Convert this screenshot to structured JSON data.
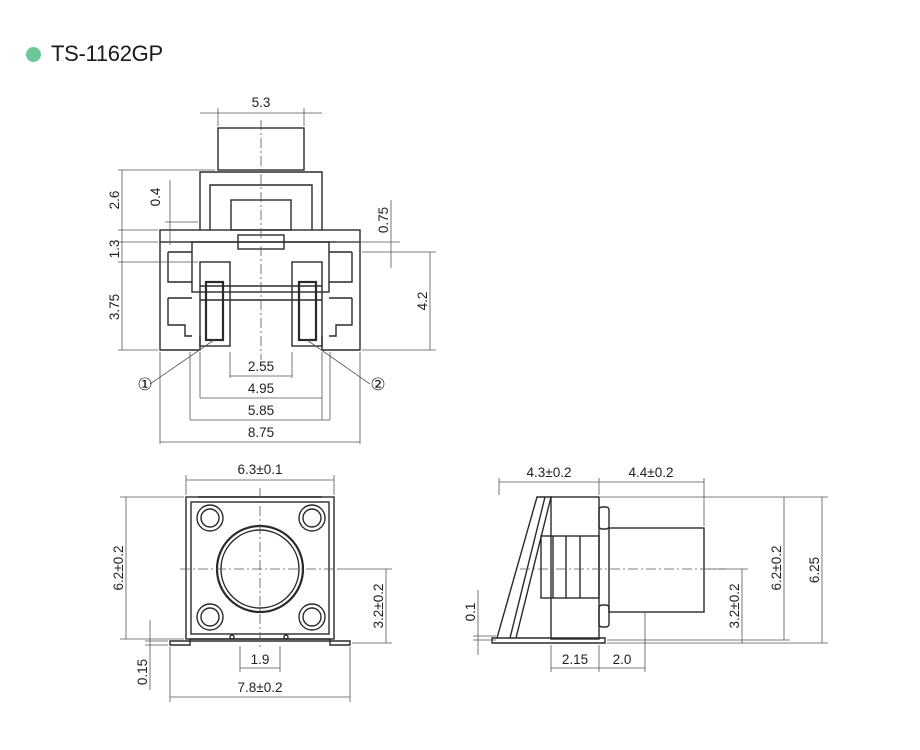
{
  "header": {
    "model": "TS-1162GP",
    "accent_color": "#6cc79b"
  },
  "top_view": {
    "width_top": "5.3",
    "h_2_6": "2.6",
    "h_0_4": "0.4",
    "h_0_75": "0.75",
    "h_1_3": "1.3",
    "h_3_75": "3.75",
    "h_4_2": "4.2",
    "w_2_55": "2.55",
    "w_4_95": "4.95",
    "w_5_85": "5.85",
    "w_8_75": "8.75",
    "pin1": "①",
    "pin2": "②"
  },
  "front_view": {
    "width": "6.3±0.1",
    "height": "6.2±0.2",
    "offset": "3.2±0.2",
    "pin_pitch": "1.9",
    "base": "7.8±0.2",
    "base_thickness": "0.15"
  },
  "side_view": {
    "left": "4.3±0.2",
    "right": "4.4±0.2",
    "bottom_a": "2.15",
    "bottom_b": "2.0",
    "gap": "0.1",
    "offset": "3.2±0.2",
    "height": "6.2±0.2",
    "total_height": "6.25"
  }
}
